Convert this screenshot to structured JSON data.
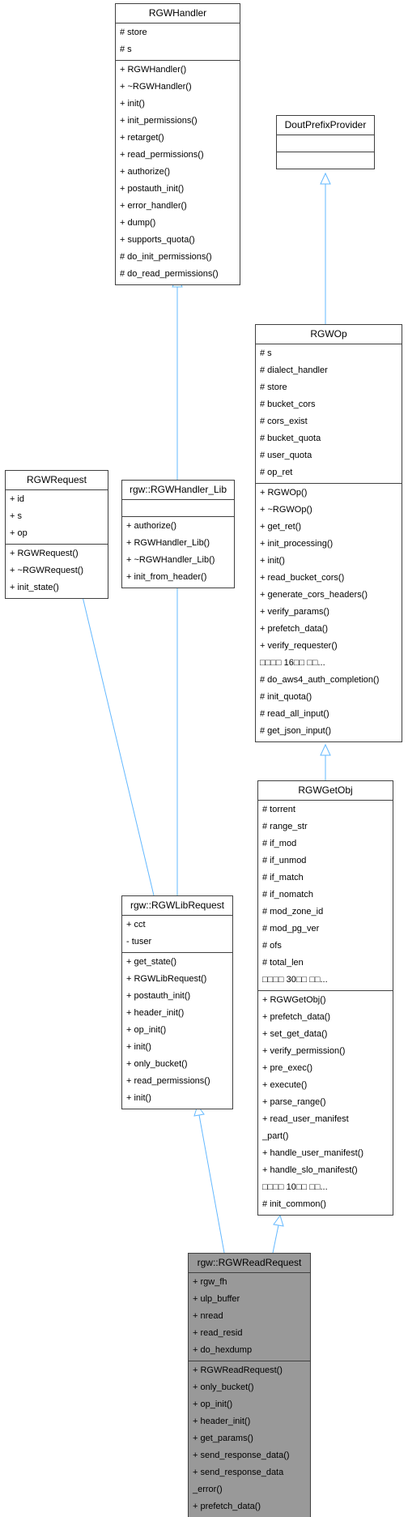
{
  "colors": {
    "edge": "#63b8ff",
    "border": "#404040",
    "highlight": "#999999"
  },
  "classes": {
    "rgwhandler": {
      "title": "RGWHandler",
      "attrs": [
        "# store",
        "# s"
      ],
      "ops": [
        "+ RGWHandler()",
        "+ ~RGWHandler()",
        "+ init()",
        "+ init_permissions()",
        "+ retarget()",
        "+ read_permissions()",
        "+ authorize()",
        "+ postauth_init()",
        "+ error_handler()",
        "+ dump()",
        "+ supports_quota()",
        "# do_init_permissions()",
        "# do_read_permissions()"
      ]
    },
    "doutprefix": {
      "title": "DoutPrefixProvider",
      "attrs": [],
      "ops": []
    },
    "rgwop": {
      "title": "RGWOp",
      "attrs": [
        "# s",
        "# dialect_handler",
        "# store",
        "# bucket_cors",
        "# cors_exist",
        "# bucket_quota",
        "# user_quota",
        "# op_ret"
      ],
      "ops": [
        "+ RGWOp()",
        "+ ~RGWOp()",
        "+ get_ret()",
        "+ init_processing()",
        "+ init()",
        "+ read_bucket_cors()",
        "+ generate_cors_headers()",
        "+ verify_params()",
        "+ prefetch_data()",
        "+ verify_requester()",
        "□□□□ 16□□ □□...",
        "# do_aws4_auth_completion()",
        "# init_quota()",
        "# read_all_input()",
        "# get_json_input()"
      ]
    },
    "rgwrequest": {
      "title": "RGWRequest",
      "attrs": [
        "+ id",
        "+ s",
        "+ op"
      ],
      "ops": [
        "+ RGWRequest()",
        "+ ~RGWRequest()",
        "+ init_state()"
      ]
    },
    "handlerlib": {
      "title": "rgw::RGWHandler_Lib",
      "attrs": [],
      "ops": [
        "+ authorize()",
        "+ RGWHandler_Lib()",
        "+ ~RGWHandler_Lib()",
        "+ init_from_header()"
      ]
    },
    "getobj": {
      "title": "RGWGetObj",
      "attrs": [
        "# torrent",
        "# range_str",
        "# if_mod",
        "# if_unmod",
        "# if_match",
        "# if_nomatch",
        "# mod_zone_id",
        "# mod_pg_ver",
        "# ofs",
        "# total_len",
        "□□□□ 30□□ □□..."
      ],
      "ops": [
        "+ RGWGetObj()",
        "+ prefetch_data()",
        "+ set_get_data()",
        "+ verify_permission()",
        "+ pre_exec()",
        "+ execute()",
        "+ parse_range()",
        "+ read_user_manifest\n_part()",
        "+ handle_user_manifest()",
        "+ handle_slo_manifest()",
        "□□□□ 10□□ □□...",
        "# init_common()"
      ]
    },
    "librequest": {
      "title": "rgw::RGWLibRequest",
      "attrs": [
        "+ cct",
        "- tuser"
      ],
      "ops": [
        "+ get_state()",
        "+ RGWLibRequest()",
        "+ postauth_init()",
        "+ header_init()",
        "+ op_init()",
        "+ init()",
        "+ only_bucket()",
        "+ read_permissions()",
        "+ init()"
      ]
    },
    "readrequest": {
      "title": "rgw::RGWReadRequest",
      "attrs": [
        "+ rgw_fh",
        "+ ulp_buffer",
        "+ nread",
        "+ read_resid",
        "+ do_hexdump"
      ],
      "ops": [
        "+ RGWReadRequest()",
        "+ only_bucket()",
        "+ op_init()",
        "+ header_init()",
        "+ get_params()",
        "+ send_response_data()",
        "+ send_response_data\n_error()",
        "+ prefetch_data()"
      ]
    }
  }
}
